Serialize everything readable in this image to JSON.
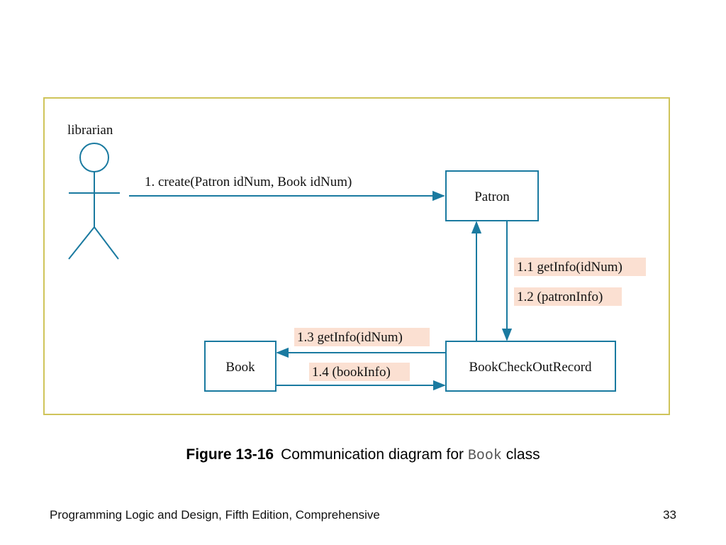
{
  "diagram": {
    "actor_label": "librarian",
    "nodes": {
      "patron": "Patron",
      "book": "Book",
      "record": "BookCheckOutRecord"
    },
    "messages": {
      "m1": "1. create(Patron idNum, Book idNum)",
      "m1_1": "1.1 getInfo(idNum)",
      "m1_2": "1.2 (patronInfo)",
      "m1_3": "1.3 getInfo(idNum)",
      "m1_4": "1.4 (bookInfo)"
    },
    "colors": {
      "line": "#1a7aa0",
      "highlight": "#fbe0d2",
      "frame": "#cfc45a"
    }
  },
  "caption": {
    "figure": "Figure 13-16",
    "text_before": "Communication diagram for ",
    "code": "Book",
    "text_after": " class"
  },
  "footer": {
    "left": "Programming Logic and Design, Fifth Edition, Comprehensive",
    "page": "33"
  }
}
